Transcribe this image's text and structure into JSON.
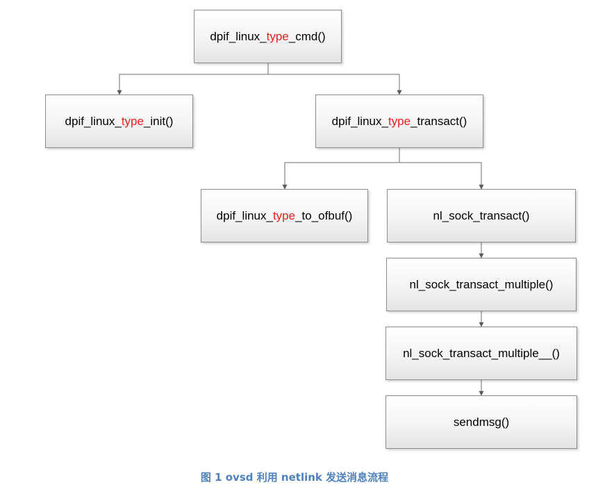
{
  "diagram": {
    "nodes": {
      "cmd": {
        "segments": [
          "dpif_linux_",
          "type",
          "_cmd()"
        ],
        "highlight": [
          false,
          true,
          false
        ]
      },
      "init": {
        "segments": [
          "dpif_linux_",
          "type",
          "_init()"
        ],
        "highlight": [
          false,
          true,
          false
        ]
      },
      "transact": {
        "segments": [
          "dpif_linux_",
          "type",
          "_transact()"
        ],
        "highlight": [
          false,
          true,
          false
        ]
      },
      "to_ofbuf": {
        "segments": [
          "dpif_linux_",
          "type",
          "_to_ofbuf()"
        ],
        "highlight": [
          false,
          true,
          false
        ]
      },
      "nl_transact": {
        "segments": [
          "nl_sock_transact()"
        ],
        "highlight": [
          false
        ]
      },
      "nl_transact_multiple": {
        "segments": [
          "nl_sock_transact_multiple()"
        ],
        "highlight": [
          false
        ]
      },
      "nl_transact_multiple_": {
        "segments": [
          "nl_sock_transact_multiple__()"
        ],
        "highlight": [
          false
        ]
      },
      "sendmsg": {
        "segments": [
          "sendmsg()"
        ],
        "highlight": [
          false
        ]
      }
    },
    "edges": [
      {
        "from": "cmd",
        "to": "init"
      },
      {
        "from": "cmd",
        "to": "transact"
      },
      {
        "from": "transact",
        "to": "to_ofbuf"
      },
      {
        "from": "transact",
        "to": "nl_transact"
      },
      {
        "from": "nl_transact",
        "to": "nl_transact_multiple"
      },
      {
        "from": "nl_transact_multiple",
        "to": "nl_transact_multiple_"
      },
      {
        "from": "nl_transact_multiple_",
        "to": "sendmsg"
      }
    ],
    "colors": {
      "highlight": "#e8211f",
      "text": "#000000",
      "caption": "#4f81bd",
      "edge": "#6d6d6d"
    }
  },
  "caption": "图 1 ovsd 利用 netlink 发送消息流程"
}
